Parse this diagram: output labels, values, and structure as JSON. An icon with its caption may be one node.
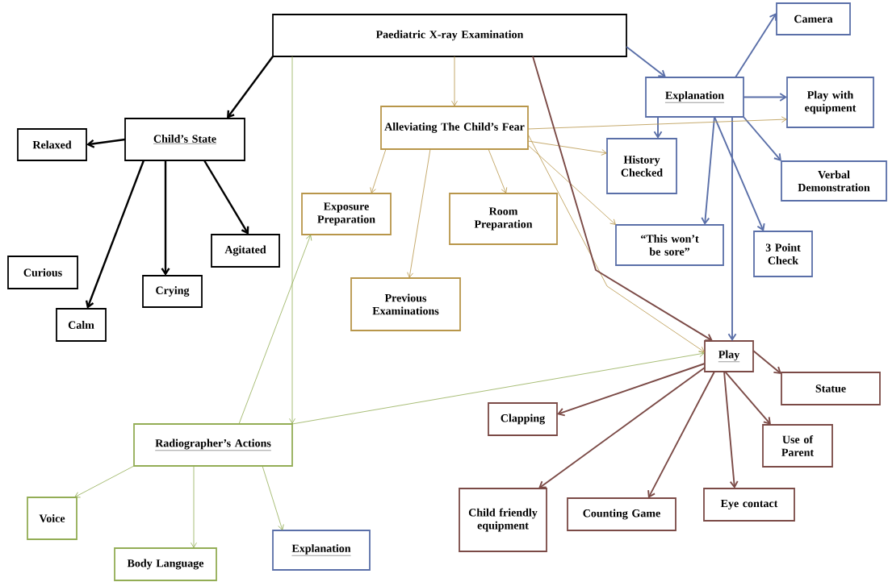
{
  "diagram": {
    "nodes": [
      {
        "text": [
          "Paediatric X-ray Examination"
        ]
      },
      {
        "text": [
          "Child’s State"
        ]
      },
      {
        "text": [
          "Relaxed"
        ]
      },
      {
        "text": [
          "Curious"
        ]
      },
      {
        "text": [
          "Calm"
        ]
      },
      {
        "text": [
          "Crying"
        ]
      },
      {
        "text": [
          "Agitated"
        ]
      },
      {
        "text": [
          "Alleviating The Child’s Fear"
        ]
      },
      {
        "text": [
          "Exposure Preparation"
        ]
      },
      {
        "text": [
          "Room Preparation"
        ]
      },
      {
        "text": [
          "Previous Examinations"
        ]
      },
      {
        "text": [
          "Explanation"
        ]
      },
      {
        "text": [
          "Camera"
        ]
      },
      {
        "text": [
          "Play with equipment"
        ]
      },
      {
        "text": [
          "History Checked"
        ]
      },
      {
        "text": [
          "Verbal Demonstration"
        ]
      },
      {
        "text": [
          "“This won’t be sore”"
        ]
      },
      {
        "text": [
          "3 Point Check"
        ]
      },
      {
        "text": [
          "Play"
        ]
      },
      {
        "text": [
          "Statue"
        ]
      },
      {
        "text": [
          "Clapping"
        ]
      },
      {
        "text": [
          "Use of Parent"
        ]
      },
      {
        "text": [
          "Child friendly equipment"
        ]
      },
      {
        "text": [
          "Counting Game"
        ]
      },
      {
        "text": [
          "Eye contact"
        ]
      },
      {
        "text": [
          "Radiographer’s Actions"
        ]
      },
      {
        "text": [
          "Voice"
        ]
      },
      {
        "text": [
          "Body Language"
        ]
      },
      {
        "text": [
          "Explanation"
        ]
      }
    ],
    "edges": [
      {
        "from": 0,
        "to": 1,
        "arrow": "to",
        "color": "#000000"
      },
      {
        "from": 1,
        "to": 2,
        "arrow": "to",
        "color": "#000000"
      },
      {
        "from": 1,
        "to": 4,
        "arrow": "to",
        "color": "#000000"
      },
      {
        "from": 1,
        "to": 5,
        "arrow": "to",
        "color": "#000000"
      },
      {
        "from": 1,
        "to": 6,
        "arrow": "to",
        "color": "#000000"
      },
      {
        "from": 0,
        "to": 11,
        "arrow": "to",
        "color": "#5a6fa8"
      },
      {
        "from": 11,
        "to": 12,
        "arrow": "to",
        "color": "#5a6fa8"
      },
      {
        "from": 11,
        "to": 13,
        "arrow": "to",
        "color": "#5a6fa8"
      },
      {
        "from": 11,
        "to": 14,
        "arrow": "to",
        "color": "#5a6fa8"
      },
      {
        "from": 11,
        "to": 15,
        "arrow": "to",
        "color": "#5a6fa8"
      },
      {
        "from": 11,
        "to": 16,
        "arrow": "to",
        "color": "#5a6fa8"
      },
      {
        "from": 11,
        "to": 17,
        "arrow": "to",
        "color": "#5a6fa8"
      },
      {
        "from": 11,
        "to": 18,
        "arrow": "to",
        "color": "#5a6fa8"
      },
      {
        "from": 0,
        "to": 7,
        "arrow": "to",
        "color": "#b8964a"
      },
      {
        "from": 7,
        "to": 8,
        "arrow": "to",
        "color": "#b8964a"
      },
      {
        "from": 7,
        "to": 9,
        "arrow": "to",
        "color": "#b8964a"
      },
      {
        "from": 7,
        "to": 10,
        "arrow": "to",
        "color": "#b8964a"
      },
      {
        "from": 7,
        "to": 13,
        "arrow": "to",
        "color": "#b8964a"
      },
      {
        "from": 7,
        "to": 14,
        "arrow": "to",
        "color": "#b8964a"
      },
      {
        "from": 7,
        "to": 16,
        "arrow": "to",
        "color": "#b8964a"
      },
      {
        "from": 7,
        "to": 18,
        "arrow": "to",
        "color": "#b8964a"
      },
      {
        "from": 0,
        "to": 18,
        "arrow": "to",
        "color": "#7b4a46"
      },
      {
        "from": 18,
        "to": 19,
        "arrow": "to",
        "color": "#7b4a46"
      },
      {
        "from": 18,
        "to": 20,
        "arrow": "to",
        "color": "#7b4a46"
      },
      {
        "from": 18,
        "to": 21,
        "arrow": "to",
        "color": "#7b4a46"
      },
      {
        "from": 18,
        "to": 22,
        "arrow": "to",
        "color": "#7b4a46"
      },
      {
        "from": 18,
        "to": 23,
        "arrow": "to",
        "color": "#7b4a46"
      },
      {
        "from": 18,
        "to": 24,
        "arrow": "to",
        "color": "#7b4a46"
      },
      {
        "from": 0,
        "to": 25,
        "arrow": "to",
        "color": "#93ad55"
      },
      {
        "from": 25,
        "to": 8,
        "arrow": "to",
        "color": "#93ad55"
      },
      {
        "from": 25,
        "to": 18,
        "arrow": "to",
        "color": "#93ad55"
      },
      {
        "from": 25,
        "to": 26,
        "arrow": "to",
        "color": "#93ad55"
      },
      {
        "from": 25,
        "to": 27,
        "arrow": "to",
        "color": "#93ad55"
      },
      {
        "from": 25,
        "to": 28,
        "arrow": "to",
        "color": "#93ad55"
      }
    ]
  }
}
